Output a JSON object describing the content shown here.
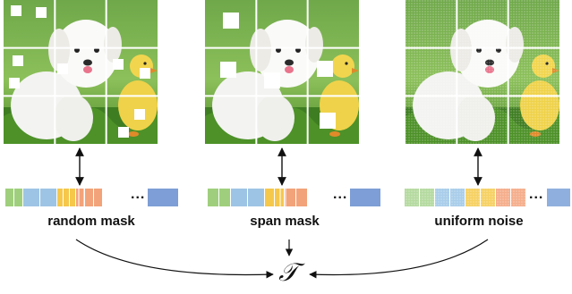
{
  "panels": [
    {
      "id": "random",
      "label": "random mask",
      "ellipsis": "...",
      "token_colors": [
        "#9fcf7c",
        "#9fcf7c",
        "#9dc4e4",
        "#9dc4e4",
        "#f5c84c",
        "#f5c84c",
        "#f5c84c",
        "#f3a37a",
        "#f3a37a",
        "#f3a37a"
      ],
      "last_token_color": "#7d9ed6"
    },
    {
      "id": "span",
      "label": "span mask",
      "ellipsis": "...",
      "token_colors": [
        "#9fcf7c",
        "#9fcf7c",
        "#9dc4e4",
        "#9dc4e4",
        "#f5c84c",
        "#f5c84c",
        "#f3a37a",
        "#f3a37a"
      ],
      "last_token_color": "#7d9ed6"
    },
    {
      "id": "noise",
      "label": "uniform noise",
      "ellipsis": "...",
      "token_colors": [
        "#b5daa0",
        "#b5daa0",
        "#a9cdea",
        "#a9cdea",
        "#f6d163",
        "#f6d163",
        "#f5ae8c",
        "#f5ae8c"
      ],
      "last_token_color": "#8fb0de"
    }
  ],
  "target_symbol": "𝒯",
  "colors": {
    "arrow": "#111111",
    "grass": "#5b9a32",
    "mask": "#ffffff",
    "grid_line": "#ffffff"
  },
  "icons": [
    "puppy-image",
    "duckling-image",
    "arrow-double-icon",
    "arrow-down-icon",
    "arrow-curved-icon"
  ]
}
